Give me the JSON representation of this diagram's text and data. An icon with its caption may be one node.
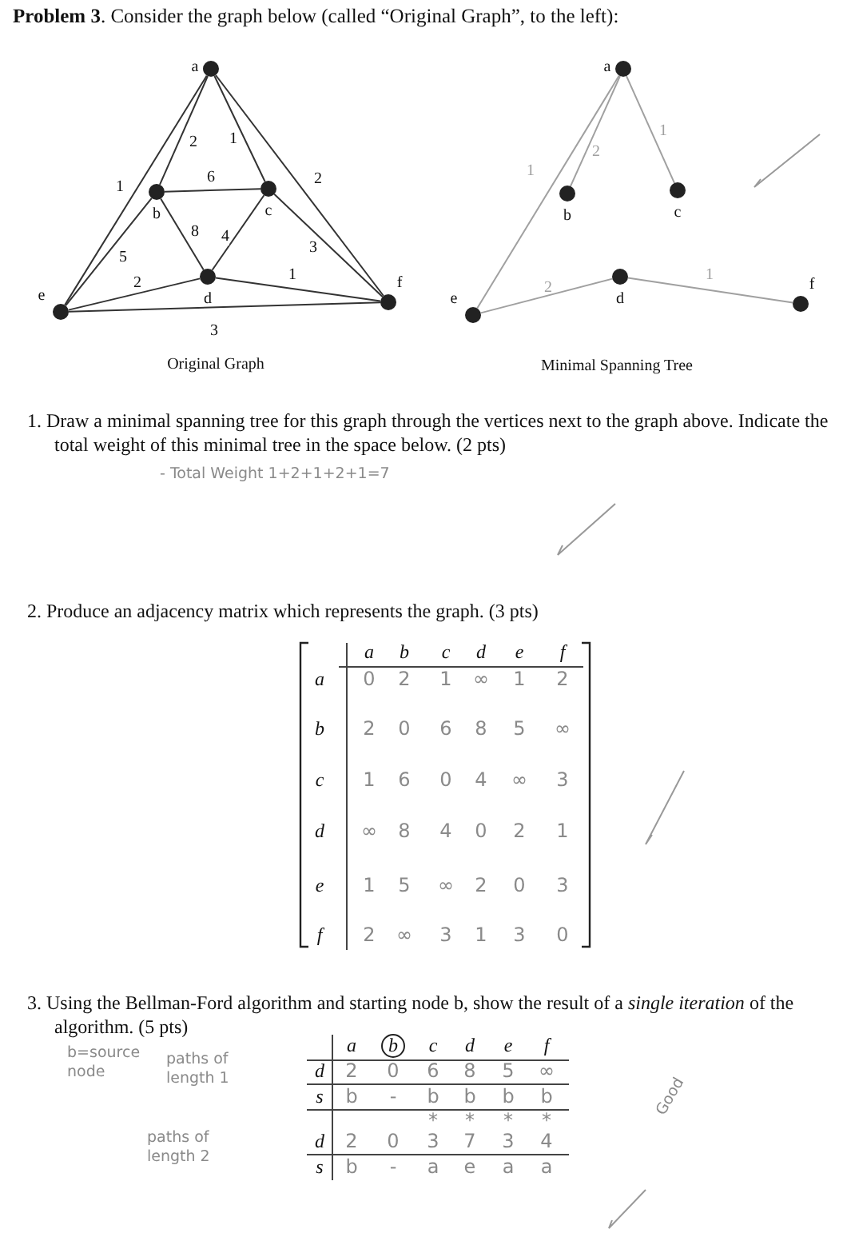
{
  "diagram": {
    "nodes": [
      {
        "text": [
          "a"
        ]
      },
      {
        "text": [
          "b"
        ]
      },
      {
        "text": [
          "c"
        ]
      },
      {
        "text": [
          "d"
        ]
      },
      {
        "text": [
          "e"
        ]
      },
      {
        "text": [
          "f"
        ]
      },
      {
        "text": [
          "a"
        ]
      },
      {
        "text": [
          "b"
        ]
      },
      {
        "text": [
          "c"
        ]
      },
      {
        "text": [
          "d"
        ]
      },
      {
        "text": [
          "e"
        ]
      },
      {
        "text": [
          "f"
        ]
      }
    ],
    "edges": [
      {
        "from": 0,
        "to": 1,
        "arrow": "none",
        "label": "2"
      },
      {
        "from": 0,
        "to": 2,
        "arrow": "none",
        "label": "1"
      },
      {
        "from": 0,
        "to": 4,
        "arrow": "none",
        "label": "1"
      },
      {
        "from": 0,
        "to": 5,
        "arrow": "none",
        "label": "2"
      },
      {
        "from": 1,
        "to": 2,
        "arrow": "none",
        "label": "6"
      },
      {
        "from": 1,
        "to": 3,
        "arrow": "none",
        "label": "8"
      },
      {
        "from": 2,
        "to": 3,
        "arrow": "none",
        "label": "4"
      },
      {
        "from": 2,
        "to": 5,
        "arrow": "none",
        "label": "3"
      },
      {
        "from": 1,
        "to": 4,
        "arrow": "none",
        "label": "5"
      },
      {
        "from": 3,
        "to": 4,
        "arrow": "none",
        "label": "2"
      },
      {
        "from": 3,
        "to": 5,
        "arrow": "none",
        "label": "1"
      },
      {
        "from": 4,
        "to": 5,
        "arrow": "none",
        "label": "3"
      },
      {
        "from": 6,
        "to": 10,
        "arrow": "none",
        "label": "1",
        "color": "#a0a0a0"
      },
      {
        "from": 6,
        "to": 7,
        "arrow": "none",
        "label": "2",
        "color": "#a0a0a0"
      },
      {
        "from": 6,
        "to": 8,
        "arrow": "none",
        "label": "1",
        "color": "#a0a0a0"
      },
      {
        "from": 10,
        "to": 9,
        "arrow": "none",
        "label": "2",
        "color": "#a0a0a0"
      },
      {
        "from": 9,
        "to": 11,
        "arrow": "none",
        "label": "1",
        "color": "#a0a0a0"
      }
    ],
    "labels": [
      "**Problem 3**. Consider the graph below (called “Original Graph”, to the left):",
      "Original Graph",
      "Minimal Spanning Tree",
      "1. Draw a minimal spanning tree for this graph through the vertices next to the graph above. Indicate the total weight of this minimal tree in the space below. (2 pts)",
      "- Total Weight 1+2+1+2+1=7",
      "2. Produce an adjacency matrix which represents the graph. (3 pts)",
      "a",
      "b",
      "c",
      "d",
      "e",
      "f",
      "a",
      "0",
      "2",
      "1",
      "∞",
      "1",
      "2",
      "b",
      "2",
      "0",
      "6",
      "8",
      "5",
      "∞",
      "c",
      "1",
      "6",
      "0",
      "4",
      "∞",
      "3",
      "d",
      "∞",
      "8",
      "4",
      "0",
      "2",
      "1",
      "e",
      "1",
      "5",
      "∞",
      "2",
      "0",
      "3",
      "f",
      "2",
      "∞",
      "3",
      "1",
      "3",
      "0",
      "3. Using the Bellman-Ford algorithm and starting node b, show the result of a *single iteration* of the algorithm. (5 pts)",
      "b=source node",
      "paths of length 1",
      "paths of length 2",
      "Good",
      "a",
      "b",
      "c",
      "d",
      "e",
      "f",
      "d",
      "2",
      "0",
      "6",
      "8",
      "5",
      "∞",
      "s",
      "b",
      "-",
      "b",
      "b",
      "b",
      "b",
      "*",
      "*",
      "*",
      "*",
      "d",
      "2",
      "0",
      "3",
      "7",
      "3",
      "4",
      "s",
      "b",
      "-",
      "a",
      "e",
      "a",
      "a"
    ]
  }
}
